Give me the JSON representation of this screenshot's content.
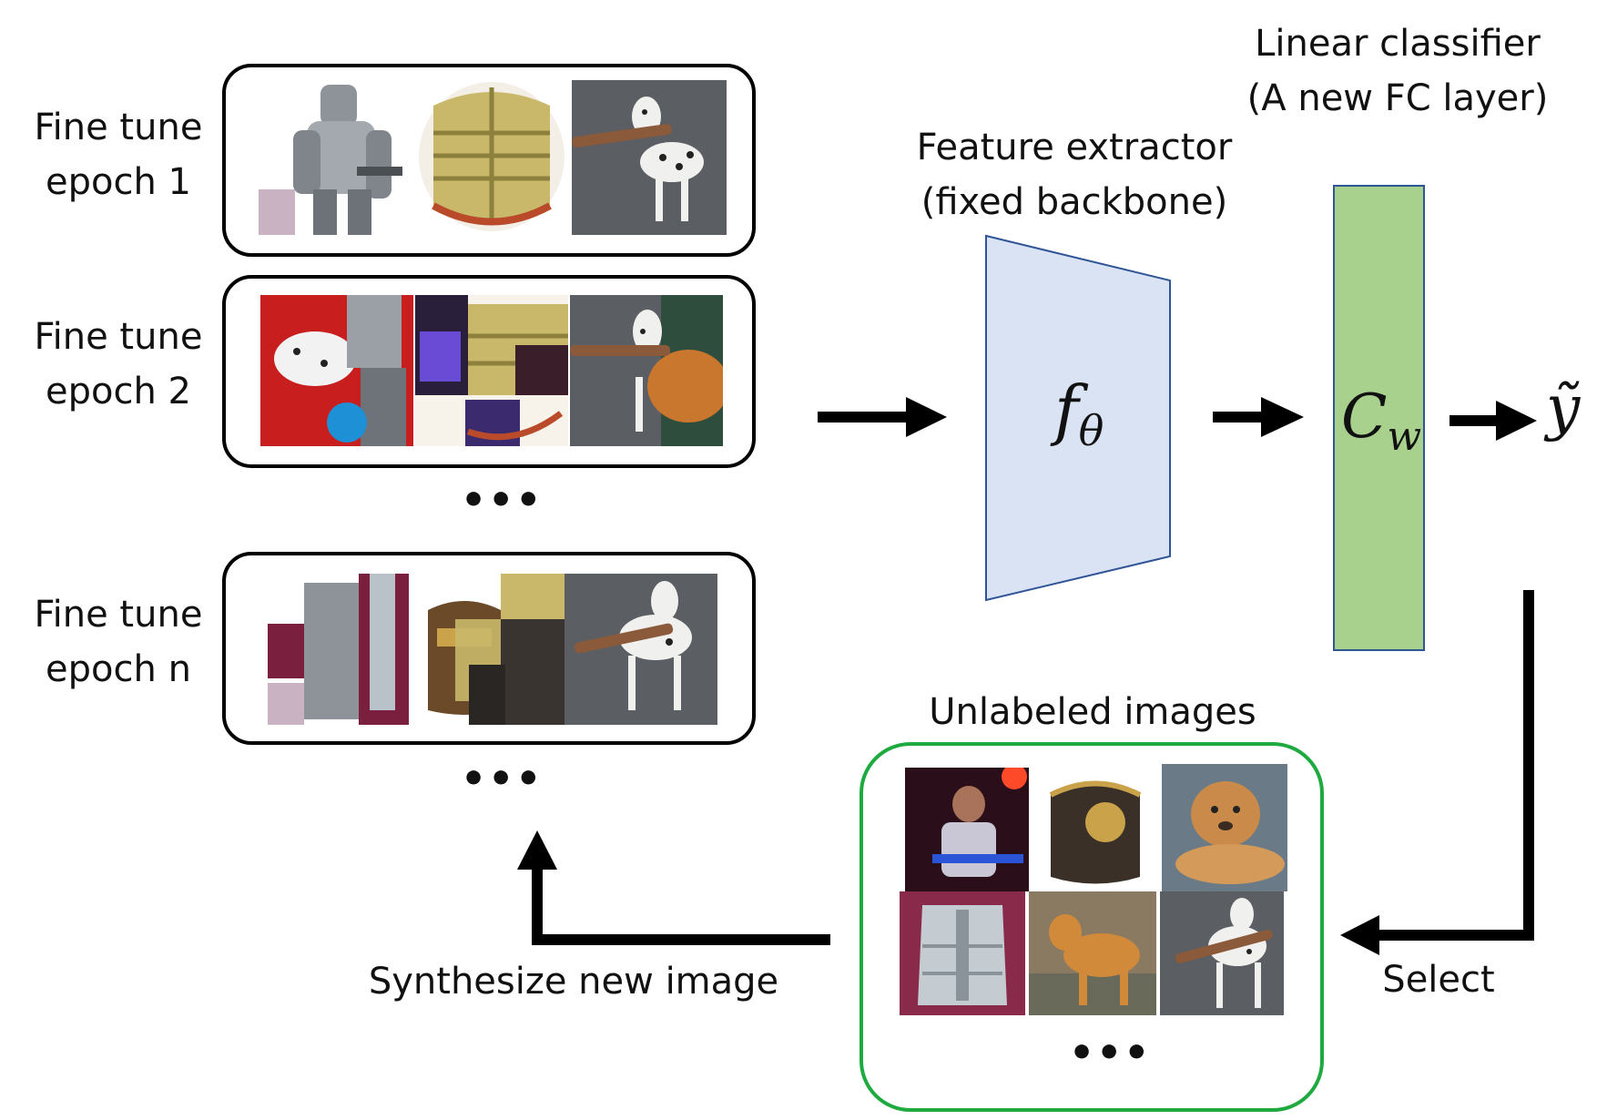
{
  "epochs": [
    {
      "label_line1": "Fine tune",
      "label_line2": "epoch 1"
    },
    {
      "label_line1": "Fine tune",
      "label_line2": "epoch 2"
    },
    {
      "label_line1": "Fine tune",
      "label_line2": "epoch n"
    }
  ],
  "ellipsis": "•••",
  "feature_extractor": {
    "title_line1": "Feature extractor",
    "title_line2": "(fixed backbone)",
    "symbol": "f",
    "subscript": "θ",
    "color": "#dae3f3"
  },
  "classifier": {
    "title_line1": "Linear classifier",
    "title_line2": "(A new FC layer)",
    "symbol": "C",
    "subscript": "w",
    "color": "#a9d18e"
  },
  "output": {
    "symbol": "ỹ"
  },
  "unlabeled": {
    "title": "Unlabeled images",
    "border_color": "#1faa3f"
  },
  "select_label": "Select",
  "synthesize_label": "Synthesize new image"
}
